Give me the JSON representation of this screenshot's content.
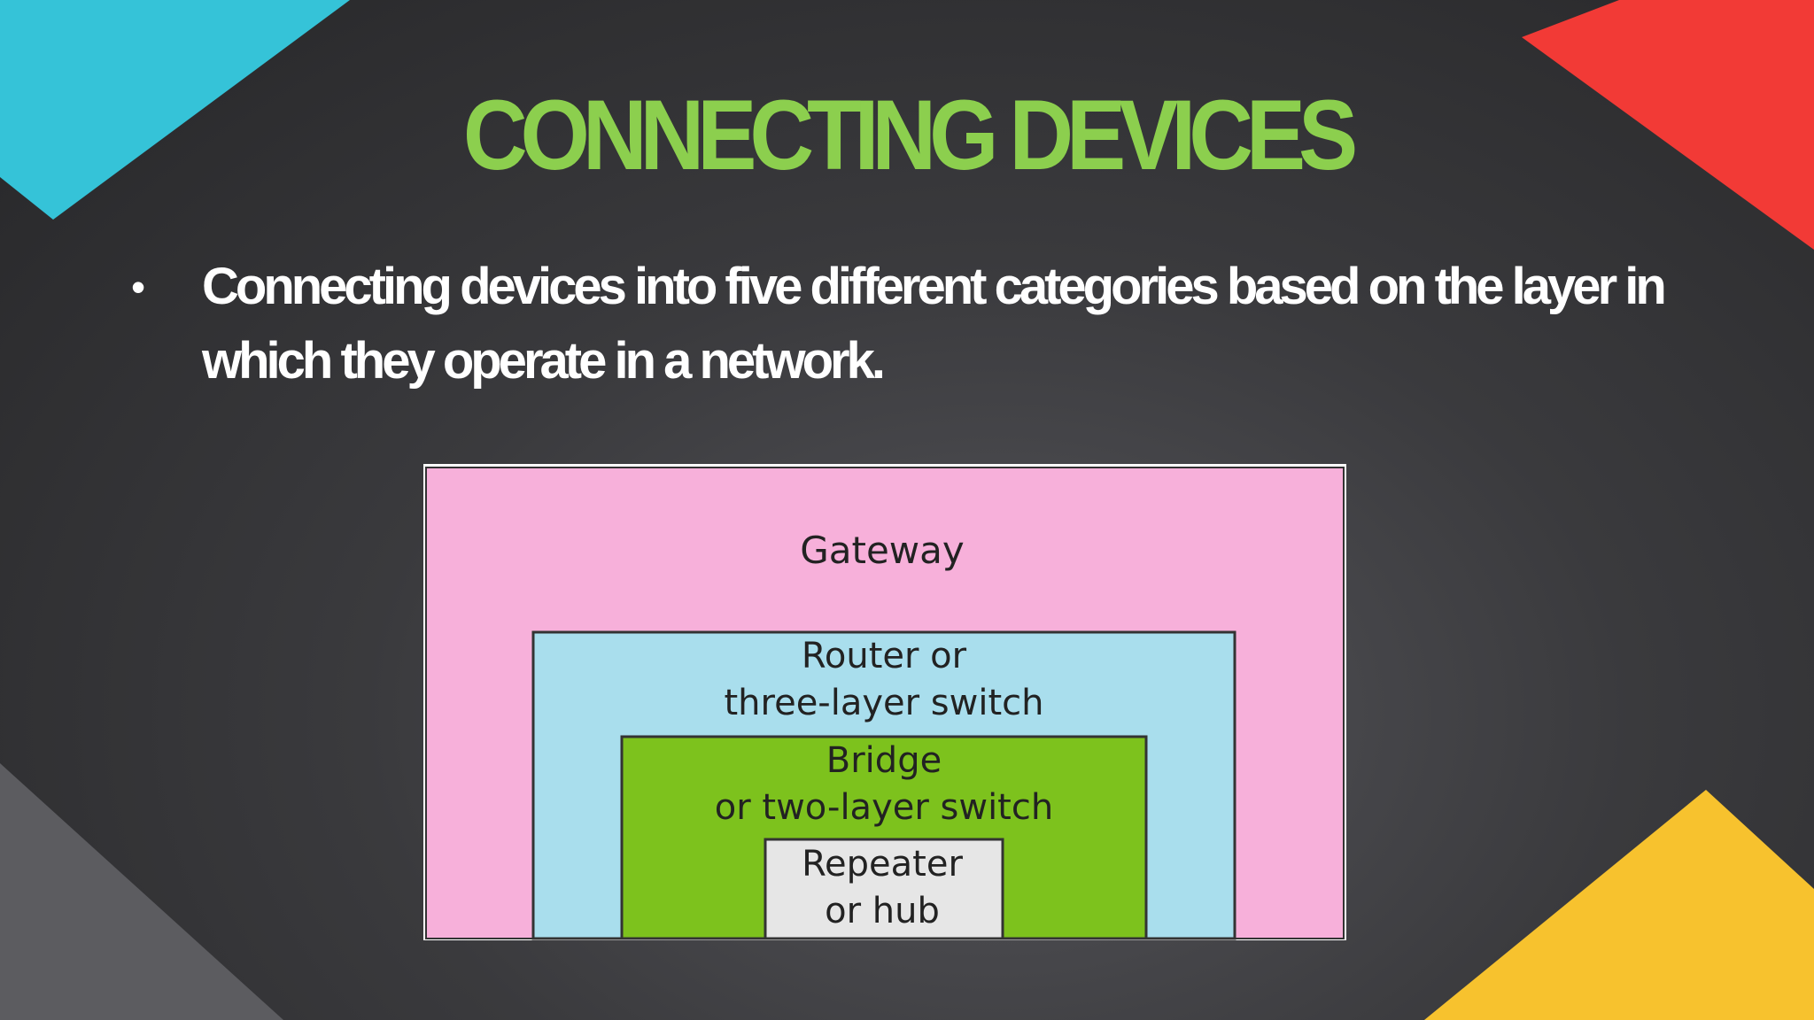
{
  "slide": {
    "title": "CONNECTING DEVICES",
    "bullet": "Connecting devices into five different categories based on the layer in which they operate in a network.",
    "colors": {
      "title": "#8ccf4e",
      "text": "#ffffff",
      "corner_top_left": "#35c3d8",
      "corner_top_right": "#f23a36",
      "corner_bottom_right": "#f7c22e",
      "corner_bottom_left": "#5c5c60"
    }
  },
  "diagram": {
    "layers": [
      {
        "label_lines": [
          "Gateway"
        ],
        "color": "#f7b0da"
      },
      {
        "label_lines": [
          "Router or",
          "three-layer switch"
        ],
        "color": "#a9deed"
      },
      {
        "label_lines": [
          "Bridge",
          "or two-layer switch"
        ],
        "color": "#7dc21d"
      },
      {
        "label_lines": [
          "Repeater",
          "or hub"
        ],
        "color": "#e6e6e6"
      }
    ]
  }
}
